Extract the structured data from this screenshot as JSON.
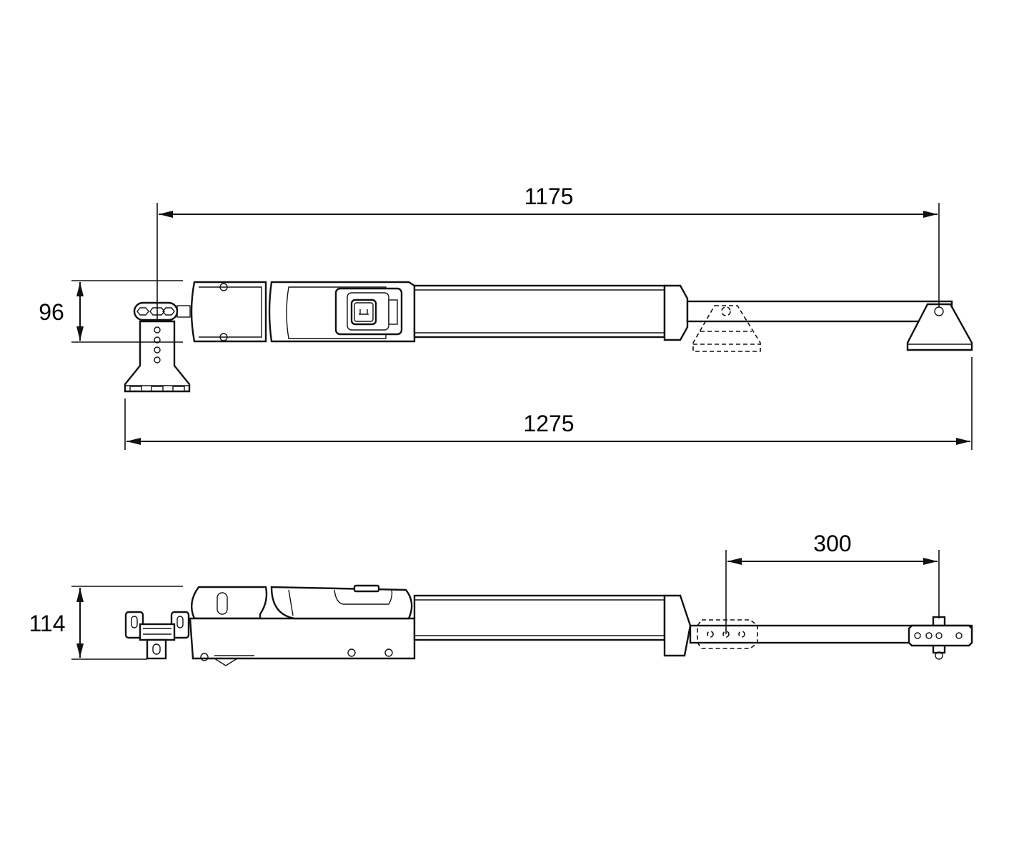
{
  "dimensions": {
    "top_stroke": "1175",
    "overall_length": "1275",
    "top_height": "96",
    "side_height": "114",
    "side_stroke": "300"
  },
  "colors": {
    "line": "#111111",
    "background": "#ffffff"
  }
}
